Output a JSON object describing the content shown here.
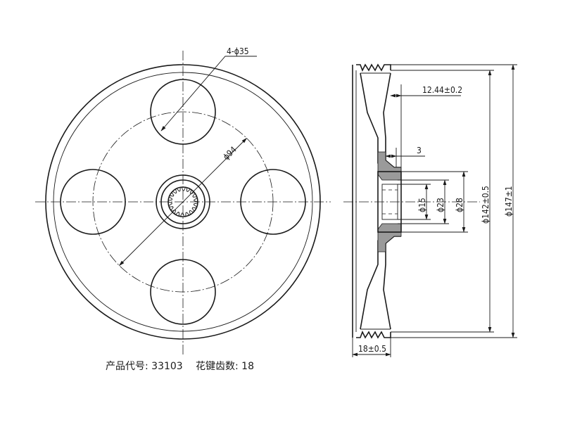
{
  "front_view": {
    "callout_holes": "4-ϕ35",
    "callout_pcd": "ϕ94"
  },
  "side_view": {
    "dim_offset": "12.44±0.2",
    "dim_step": "3",
    "dim_bore": "ϕ15",
    "dim_boss_inner": "ϕ23",
    "dim_boss_outer": "ϕ28",
    "dim_groove_dia": "ϕ142±0.5",
    "dim_outer_dia": "ϕ147±1",
    "dim_width": "18±0.5"
  },
  "notes": {
    "product_code": "产品代号: 33103",
    "spline_teeth": "花键齿数: 18"
  }
}
